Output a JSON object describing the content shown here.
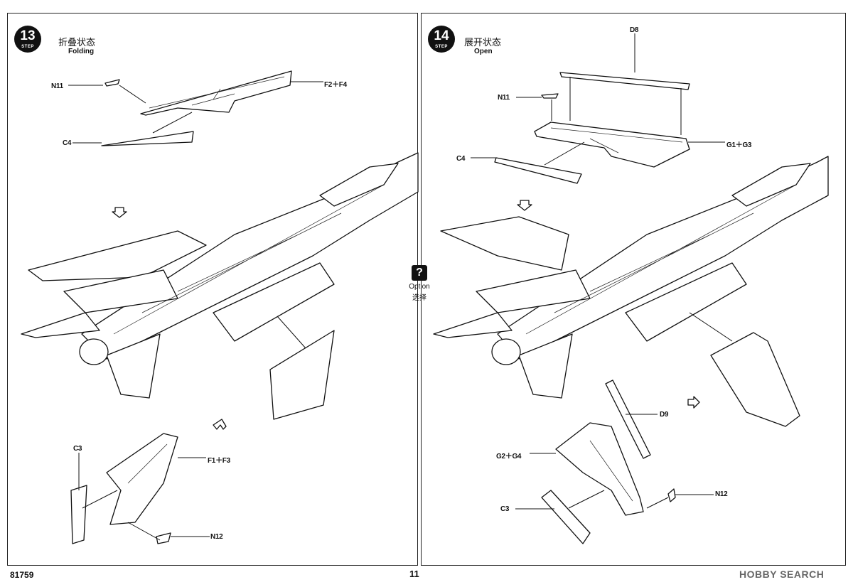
{
  "footer": {
    "code": "81759",
    "page": "11",
    "watermark": "HOBBY SEARCH"
  },
  "option": {
    "icon": "?",
    "label_en": "Option",
    "label_zh": "选择"
  },
  "steps": [
    {
      "number": "13",
      "badge_label": "STEP",
      "title_zh": "折叠状态",
      "title_en": "Folding",
      "parts": {
        "n11": "N11",
        "f2f4": "F2＋F4",
        "c4": "C4",
        "c3": "C3",
        "f1f3": "F1＋F3",
        "n12": "N12"
      }
    },
    {
      "number": "14",
      "badge_label": "STEP",
      "title_zh": "展开状态",
      "title_en": "Open",
      "parts": {
        "d8": "D8",
        "n11": "N11",
        "g1g3": "G1＋G3",
        "c4": "C4",
        "d9": "D9",
        "g2g4": "G2＋G4",
        "n12": "N12",
        "c3": "C3"
      }
    }
  ]
}
